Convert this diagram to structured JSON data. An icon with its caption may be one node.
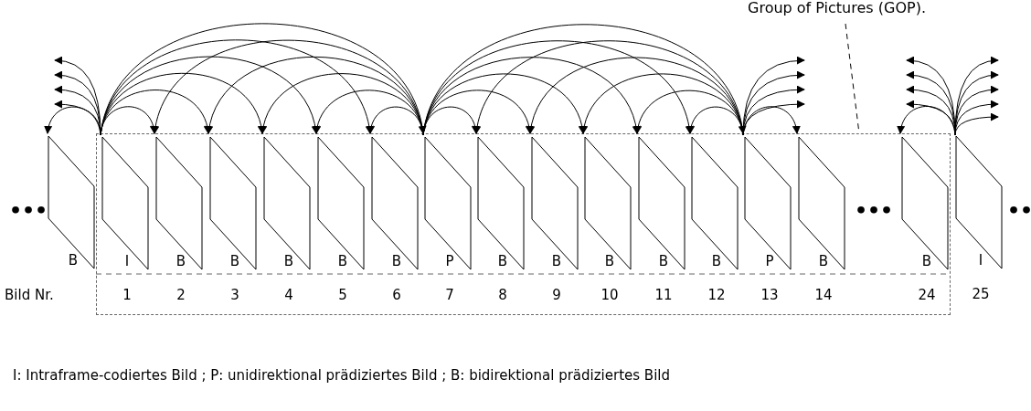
{
  "diagram": {
    "caption": "I: Intraframe-codiertes Bild ; P: unidirektional prädiziertes Bild ; B: bidirektional prädiziertes Bild",
    "nodes": [
      {
        "text": [
          "Group of Pictures (GOP)."
        ]
      },
      {
        "text": [],
        "shape": "box"
      },
      {
        "text": [
          "B"
        ]
      },
      {
        "text": [
          "I",
          "1"
        ],
        "in": 1
      },
      {
        "text": [
          "B",
          "2"
        ],
        "in": 1
      },
      {
        "text": [
          "B",
          "3"
        ],
        "in": 1
      },
      {
        "text": [
          "B",
          "4"
        ],
        "in": 1
      },
      {
        "text": [
          "B",
          "5"
        ],
        "in": 1
      },
      {
        "text": [
          "B",
          "6"
        ],
        "in": 1
      },
      {
        "text": [
          "P",
          "7"
        ],
        "in": 1
      },
      {
        "text": [
          "B",
          "8"
        ],
        "in": 1
      },
      {
        "text": [
          "B",
          "9"
        ],
        "in": 1
      },
      {
        "text": [
          "B",
          "10"
        ],
        "in": 1
      },
      {
        "text": [
          "B",
          "11"
        ],
        "in": 1
      },
      {
        "text": [
          "B",
          "12"
        ],
        "in": 1
      },
      {
        "text": [
          "P",
          "13"
        ],
        "in": 1
      },
      {
        "text": [
          "B",
          "14"
        ],
        "in": 1
      },
      {
        "text": [
          "B",
          "24"
        ],
        "in": 1
      },
      {
        "text": [
          "I",
          "25"
        ]
      }
    ],
    "edges": [
      {
        "from": 0,
        "to": 1,
        "arrow": "none",
        "style": "dashed"
      },
      {
        "from": 3,
        "to": null,
        "arrow": "to"
      },
      {
        "from": 3,
        "to": null,
        "arrow": "to"
      },
      {
        "from": 3,
        "to": null,
        "arrow": "to"
      },
      {
        "from": 3,
        "to": null,
        "arrow": "to"
      },
      {
        "from": 3,
        "to": 2,
        "arrow": "to"
      },
      {
        "from": 3,
        "to": 4,
        "arrow": "to"
      },
      {
        "from": 3,
        "to": 5,
        "arrow": "to"
      },
      {
        "from": 3,
        "to": 6,
        "arrow": "to"
      },
      {
        "from": 3,
        "to": 7,
        "arrow": "to"
      },
      {
        "from": 3,
        "to": 8,
        "arrow": "to"
      },
      {
        "from": 3,
        "to": 9,
        "arrow": "to"
      },
      {
        "from": 9,
        "to": 4,
        "arrow": "to"
      },
      {
        "from": 9,
        "to": 5,
        "arrow": "to"
      },
      {
        "from": 9,
        "to": 6,
        "arrow": "to"
      },
      {
        "from": 9,
        "to": 7,
        "arrow": "to"
      },
      {
        "from": 9,
        "to": 8,
        "arrow": "to"
      },
      {
        "from": 9,
        "to": 10,
        "arrow": "to"
      },
      {
        "from": 9,
        "to": 11,
        "arrow": "to"
      },
      {
        "from": 9,
        "to": 12,
        "arrow": "to"
      },
      {
        "from": 9,
        "to": 13,
        "arrow": "to"
      },
      {
        "from": 9,
        "to": 14,
        "arrow": "to"
      },
      {
        "from": 9,
        "to": 15,
        "arrow": "to"
      },
      {
        "from": 15,
        "to": 10,
        "arrow": "to"
      },
      {
        "from": 15,
        "to": 11,
        "arrow": "to"
      },
      {
        "from": 15,
        "to": 12,
        "arrow": "to"
      },
      {
        "from": 15,
        "to": 13,
        "arrow": "to"
      },
      {
        "from": 15,
        "to": 14,
        "arrow": "to"
      },
      {
        "from": 15,
        "to": null,
        "arrow": "to"
      },
      {
        "from": 15,
        "to": null,
        "arrow": "to"
      },
      {
        "from": 15,
        "to": null,
        "arrow": "to"
      },
      {
        "from": 15,
        "to": null,
        "arrow": "to"
      },
      {
        "from": 15,
        "to": 16,
        "arrow": "to"
      },
      {
        "from": 18,
        "to": null,
        "arrow": "to"
      },
      {
        "from": 18,
        "to": null,
        "arrow": "to"
      },
      {
        "from": 18,
        "to": null,
        "arrow": "to"
      },
      {
        "from": 18,
        "to": null,
        "arrow": "to"
      },
      {
        "from": 18,
        "to": 17,
        "arrow": "to"
      },
      {
        "from": 18,
        "to": null,
        "arrow": "to"
      },
      {
        "from": 18,
        "to": null,
        "arrow": "to"
      },
      {
        "from": 18,
        "to": null,
        "arrow": "to"
      },
      {
        "from": 18,
        "to": null,
        "arrow": "to"
      },
      {
        "from": 18,
        "to": null,
        "arrow": "to"
      }
    ],
    "labels": [
      "•••",
      "•••",
      "••",
      "Bild Nr."
    ]
  }
}
